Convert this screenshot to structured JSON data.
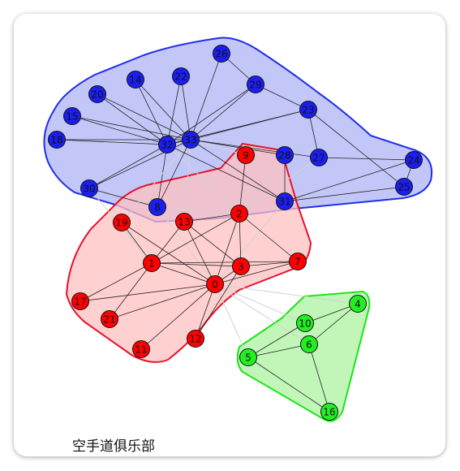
{
  "caption": "空手道俱乐部",
  "colors": {
    "blue_fill": "#c0c4f8",
    "blue_stroke": "#1f2ee8",
    "blue_node": "#1b1ef0",
    "red_fill": "#ffc0c0",
    "red_stroke": "#e8102a",
    "red_node": "#ff0000",
    "green_fill": "#b6f5ac",
    "green_stroke": "#19e619",
    "green_node": "#22ee22",
    "edge": "#222222",
    "inter_edge": "#d2d2d2",
    "label": "#111111"
  },
  "groups": [
    {
      "name": "blue",
      "nodes": [
        8,
        14,
        15,
        18,
        20,
        22,
        23,
        24,
        25,
        26,
        27,
        28,
        29,
        30,
        31,
        32,
        33
      ]
    },
    {
      "name": "red",
      "nodes": [
        0,
        1,
        2,
        3,
        7,
        9,
        11,
        12,
        13,
        17,
        19,
        21
      ]
    },
    {
      "name": "green",
      "nodes": [
        4,
        5,
        6,
        10,
        16
      ]
    }
  ],
  "nodes": [
    {
      "id": "0",
      "group": "red"
    },
    {
      "id": "1",
      "group": "red"
    },
    {
      "id": "2",
      "group": "red"
    },
    {
      "id": "3",
      "group": "red"
    },
    {
      "id": "4",
      "group": "green"
    },
    {
      "id": "5",
      "group": "green"
    },
    {
      "id": "6",
      "group": "green"
    },
    {
      "id": "7",
      "group": "red"
    },
    {
      "id": "8",
      "group": "blue"
    },
    {
      "id": "9",
      "group": "red"
    },
    {
      "id": "10",
      "group": "green"
    },
    {
      "id": "11",
      "group": "red"
    },
    {
      "id": "12",
      "group": "red"
    },
    {
      "id": "13",
      "group": "red"
    },
    {
      "id": "14",
      "group": "blue"
    },
    {
      "id": "15",
      "group": "blue"
    },
    {
      "id": "16",
      "group": "green"
    },
    {
      "id": "17",
      "group": "red"
    },
    {
      "id": "18",
      "group": "blue"
    },
    {
      "id": "19",
      "group": "red"
    },
    {
      "id": "20",
      "group": "blue"
    },
    {
      "id": "21",
      "group": "red"
    },
    {
      "id": "22",
      "group": "blue"
    },
    {
      "id": "23",
      "group": "blue"
    },
    {
      "id": "24",
      "group": "blue"
    },
    {
      "id": "25",
      "group": "blue"
    },
    {
      "id": "26",
      "group": "blue"
    },
    {
      "id": "27",
      "group": "blue"
    },
    {
      "id": "28",
      "group": "blue"
    },
    {
      "id": "29",
      "group": "blue"
    },
    {
      "id": "30",
      "group": "blue"
    },
    {
      "id": "31",
      "group": "blue"
    },
    {
      "id": "32",
      "group": "blue"
    },
    {
      "id": "33",
      "group": "blue"
    }
  ],
  "edges": [
    [
      0,
      1
    ],
    [
      0,
      2
    ],
    [
      0,
      3
    ],
    [
      0,
      4
    ],
    [
      0,
      5
    ],
    [
      0,
      6
    ],
    [
      0,
      7
    ],
    [
      0,
      8
    ],
    [
      0,
      10
    ],
    [
      0,
      11
    ],
    [
      0,
      12
    ],
    [
      0,
      13
    ],
    [
      0,
      17
    ],
    [
      0,
      19
    ],
    [
      0,
      21
    ],
    [
      0,
      31
    ],
    [
      1,
      2
    ],
    [
      1,
      3
    ],
    [
      1,
      7
    ],
    [
      1,
      13
    ],
    [
      1,
      17
    ],
    [
      1,
      19
    ],
    [
      1,
      21
    ],
    [
      1,
      30
    ],
    [
      2,
      3
    ],
    [
      2,
      7
    ],
    [
      2,
      8
    ],
    [
      2,
      9
    ],
    [
      2,
      13
    ],
    [
      2,
      27
    ],
    [
      2,
      28
    ],
    [
      2,
      32
    ],
    [
      3,
      7
    ],
    [
      3,
      12
    ],
    [
      3,
      13
    ],
    [
      4,
      6
    ],
    [
      4,
      10
    ],
    [
      5,
      6
    ],
    [
      5,
      10
    ],
    [
      5,
      16
    ],
    [
      6,
      16
    ],
    [
      8,
      30
    ],
    [
      8,
      32
    ],
    [
      8,
      33
    ],
    [
      9,
      33
    ],
    [
      13,
      33
    ],
    [
      19,
      33
    ],
    [
      14,
      32
    ],
    [
      14,
      33
    ],
    [
      15,
      32
    ],
    [
      15,
      33
    ],
    [
      18,
      32
    ],
    [
      18,
      33
    ],
    [
      20,
      32
    ],
    [
      20,
      33
    ],
    [
      22,
      32
    ],
    [
      22,
      33
    ],
    [
      23,
      25
    ],
    [
      23,
      27
    ],
    [
      23,
      29
    ],
    [
      23,
      32
    ],
    [
      23,
      33
    ],
    [
      24,
      25
    ],
    [
      24,
      27
    ],
    [
      24,
      31
    ],
    [
      25,
      31
    ],
    [
      26,
      29
    ],
    [
      26,
      33
    ],
    [
      27,
      33
    ],
    [
      28,
      31
    ],
    [
      28,
      33
    ],
    [
      29,
      32
    ],
    [
      29,
      33
    ],
    [
      30,
      32
    ],
    [
      30,
      33
    ],
    [
      31,
      32
    ],
    [
      31,
      33
    ],
    [
      32,
      33
    ]
  ]
}
